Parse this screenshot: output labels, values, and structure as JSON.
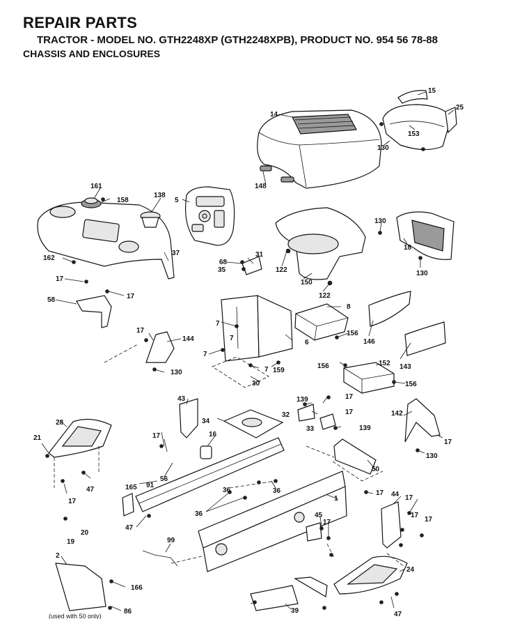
{
  "header": {
    "title": "REPAIR PARTS",
    "subtitle": "TRACTOR - MODEL NO. GTH2248XP (GTH2248XPB), PRODUCT NO. 954 56 78-88",
    "section": "CHASSIS AND ENCLOSURES"
  },
  "footer_note": "(used with 50 only)",
  "callouts": [
    "1",
    "2",
    "5",
    "6",
    "7",
    "7",
    "7",
    "7",
    "8",
    "14",
    "15",
    "16",
    "17",
    "17",
    "17",
    "17",
    "17",
    "17",
    "17",
    "17",
    "17",
    "17",
    "17",
    "17",
    "17",
    "18",
    "19",
    "20",
    "21",
    "24",
    "25",
    "28",
    "30",
    "31",
    "32",
    "33",
    "34",
    "35",
    "36",
    "36",
    "36",
    "37",
    "39",
    "43",
    "44",
    "45",
    "47",
    "47",
    "47",
    "50",
    "56",
    "58",
    "68",
    "86",
    "91",
    "99",
    "122",
    "122",
    "130",
    "130",
    "130",
    "130",
    "130",
    "138",
    "139",
    "139",
    "142",
    "143",
    "144",
    "146",
    "148",
    "150",
    "152",
    "153",
    "156",
    "156",
    "156",
    "158",
    "159",
    "161",
    "162",
    "165",
    "166"
  ]
}
